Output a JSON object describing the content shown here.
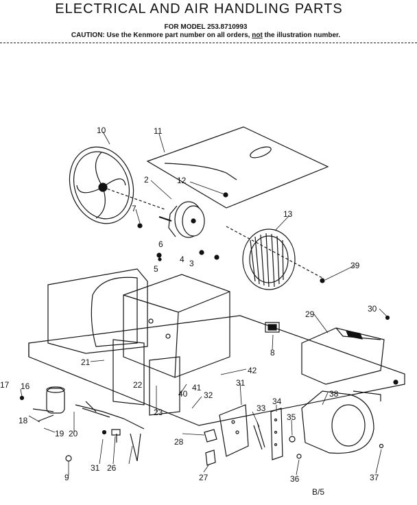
{
  "header": {
    "title": "ELECTRICAL AND AIR HANDLING PARTS",
    "model_line": "FOR MODEL 253.8710993",
    "caution_prefix": "CAUTION: Use the Kenmore part number on all orders, ",
    "caution_underlined": "not",
    "caution_suffix": " the illustration number."
  },
  "part_labels": [
    "10",
    "11",
    "2",
    "12",
    "7",
    "13",
    "6",
    "4",
    "5",
    "3",
    "39",
    "30",
    "29",
    "8",
    "42",
    "21",
    "31",
    "17",
    "16",
    "22",
    "40",
    "41",
    "32",
    "38",
    "18",
    "19",
    "20",
    "23",
    "34",
    "33",
    "35",
    "28",
    "9",
    "31",
    "26",
    "27",
    "36",
    "37"
  ],
  "page_ref": "B/5"
}
